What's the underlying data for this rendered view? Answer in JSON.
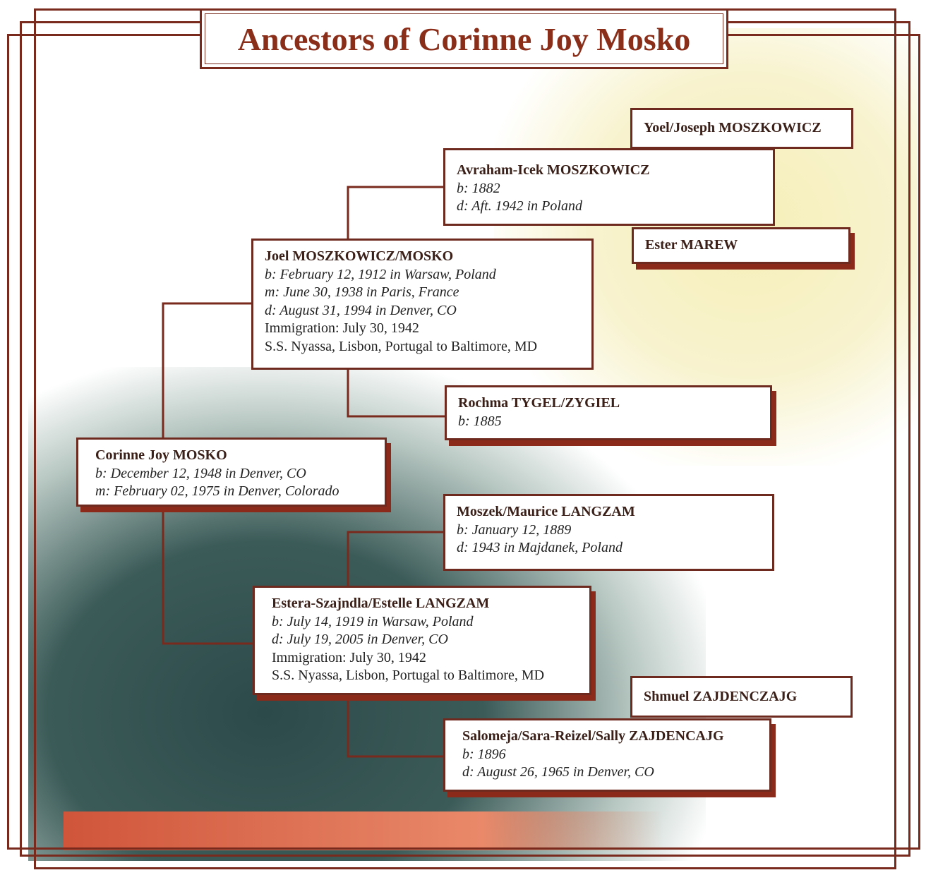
{
  "title": "Ancestors of Corinne Joy Mosko",
  "people": {
    "yoel": {
      "name": "Yoel/Joseph MOSZKOWICZ"
    },
    "avraham": {
      "name": "Avraham-Icek MOSZKOWICZ",
      "b": "b: 1882",
      "d": "d: Aft. 1942 in Poland"
    },
    "ester": {
      "name": "Ester MAREW"
    },
    "joel": {
      "name": "Joel MOSZKOWICZ/MOSKO",
      "b": "b: February 12, 1912 in Warsaw, Poland",
      "m": "m: June 30, 1938 in Paris, France",
      "d": "d: August 31, 1994 in Denver, CO",
      "imm": "Immigration: July 30, 1942",
      "ship": "S.S. Nyassa, Lisbon, Portugal to Baltimore, MD"
    },
    "rochma": {
      "name": "Rochma TYGEL/ZYGIEL",
      "b": "b: 1885"
    },
    "corinne": {
      "name": "Corinne Joy MOSKO",
      "b": "b: December 12, 1948 in Denver, CO",
      "m": "m: February 02, 1975 in Denver, Colorado"
    },
    "moszek": {
      "name": "Moszek/Maurice LANGZAM",
      "b": "b: January 12, 1889",
      "d": "d: 1943 in Majdanek, Poland"
    },
    "estera": {
      "name": "Estera-Szajndla/Estelle LANGZAM",
      "b": "b: July 14, 1919 in Warsaw, Poland",
      "d": "d: July 19, 2005 in Denver, CO",
      "imm": "Immigration: July 30, 1942",
      "ship": "S.S. Nyassa, Lisbon, Portugal to Baltimore, MD"
    },
    "shmuel": {
      "name": "Shmuel ZAJDENCZAJG"
    },
    "salomeja": {
      "name": "Salomeja/Sara-Reizel/Sally ZAJDENCAJG",
      "b": "b: 1896",
      "d": "d: August 26, 1965 in Denver, CO"
    }
  },
  "colors": {
    "frame": "#7a2a1c",
    "title": "#8a2e1a"
  }
}
